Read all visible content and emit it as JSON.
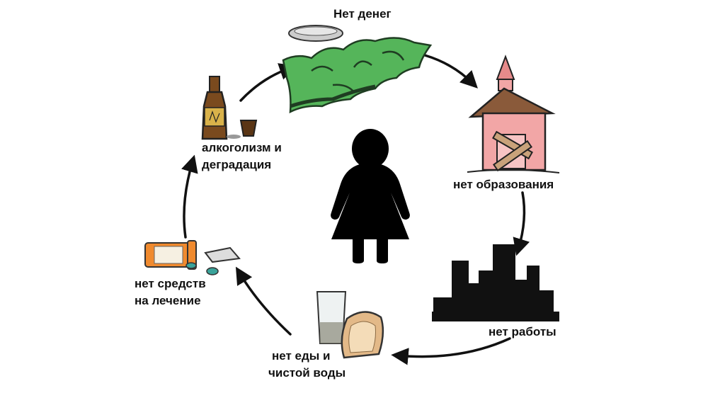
{
  "diagram": {
    "labels": {
      "no_money": "Нет денег",
      "no_education": "нет образования",
      "no_work": "нет работы",
      "no_food_1": "нет еды и",
      "no_food_2": "чистой воды",
      "no_treatment_1": "нет средств",
      "no_treatment_2": "на лечение",
      "alcohol_1": "алкоголизм и",
      "alcohol_2": "деградация"
    },
    "colors": {
      "money_green": "#55b55a",
      "money_dark": "#1f3d22",
      "roof_brown": "#8a5a3a",
      "wall_pink": "#f2a6a6",
      "bell_pink": "#e68a8a",
      "board_tan": "#c9a27a",
      "bottle_brown": "#7a4a1e",
      "label_gold": "#d9b24a",
      "bread_tan": "#e3b988",
      "pill_orange": "#f08a2e",
      "pill_teal": "#3aa39a",
      "ink": "#111111"
    }
  }
}
